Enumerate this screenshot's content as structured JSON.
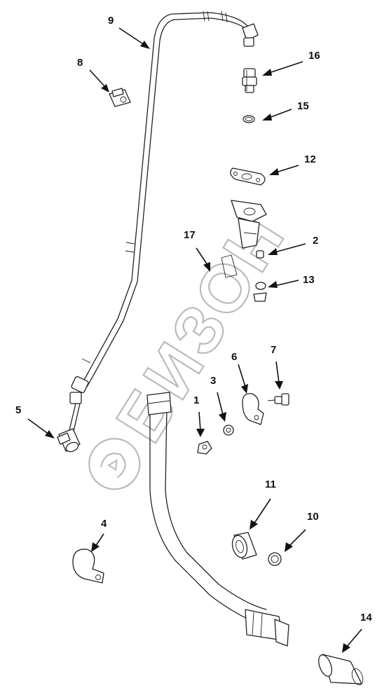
{
  "watermark": {
    "text": "БИЗОН"
  },
  "callouts": {
    "c1": "1",
    "c2": "2",
    "c3": "3",
    "c4": "4",
    "c5": "5",
    "c6": "6",
    "c7": "7",
    "c8": "8",
    "c9": "9",
    "c10": "10",
    "c11": "11",
    "c12": "12",
    "c13": "13",
    "c14": "14",
    "c15": "15",
    "c16": "16",
    "c17": "17"
  }
}
